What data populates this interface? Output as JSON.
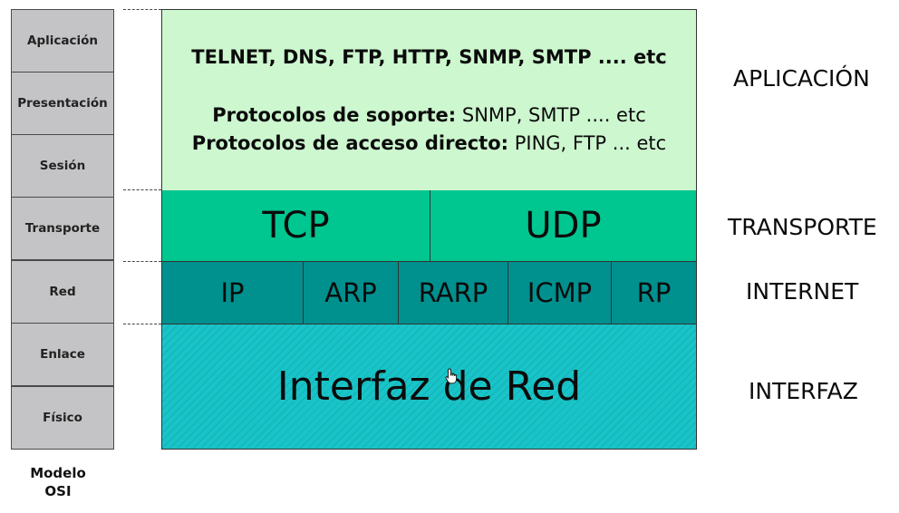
{
  "osi": {
    "layers": [
      "Aplicación",
      "Presentación",
      "Sesión",
      "Transporte",
      "Red",
      "Enlace",
      "Físico"
    ],
    "caption_line1": "Modelo",
    "caption_line2": "OSI"
  },
  "tcpip": {
    "application": {
      "line1": "TELNET, DNS, FTP, HTTP, SNMP, SMTP .... etc",
      "support_label": "Protocolos de soporte:",
      "support_value": " SNMP, SMTP .... etc",
      "direct_label": "Protocolos de acceso directo:",
      "direct_value": " PING, FTP ... etc"
    },
    "transport": [
      "TCP",
      "UDP"
    ],
    "internet": [
      "IP",
      "ARP",
      "RARP",
      "ICMP",
      "RP"
    ],
    "interface": "Interfaz de Red"
  },
  "layer_names": {
    "application": "APLICACIÓN",
    "transport": "TRANSPORTE",
    "internet": "INTERNET",
    "interface": "INTERFAZ"
  },
  "colors": {
    "osi_cell": "#c4c4c6",
    "application": "#cdf7cf",
    "transport": "#00c690",
    "internet": "#00908e",
    "interface": "#18c4c8"
  },
  "icons": {
    "cursor": "hand-cursor-icon"
  }
}
